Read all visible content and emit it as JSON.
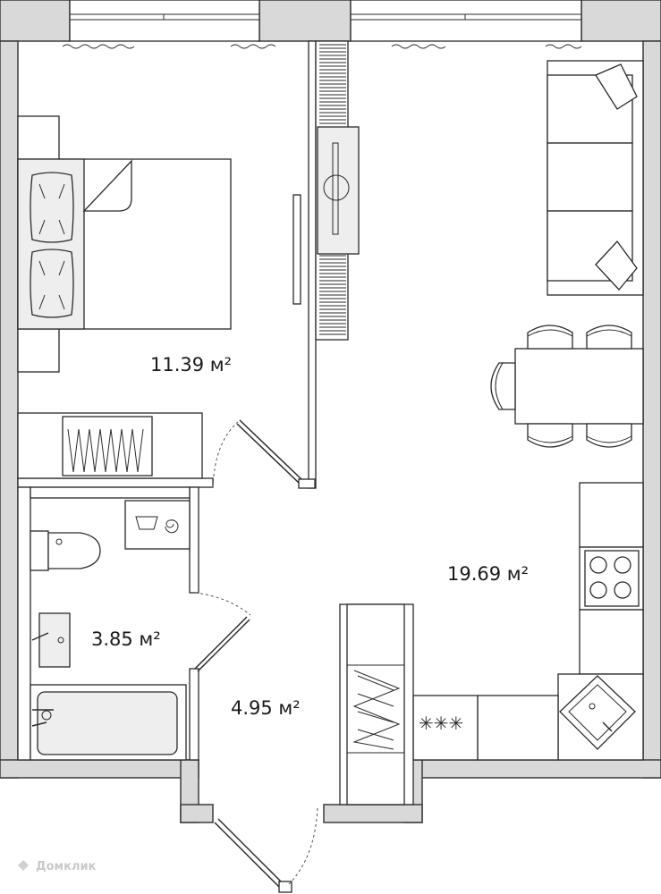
{
  "rooms": {
    "bedroom_area": "11.39 м²",
    "living_area": "19.69 м²",
    "bathroom_area": "3.85 м²",
    "hallway_area": "4.95 м²"
  },
  "watermark": "Домклик",
  "colors": {
    "wall_fill": "#d9d9d9",
    "line": "#2a2a2a",
    "furniture_fill": "#eeeeee"
  }
}
